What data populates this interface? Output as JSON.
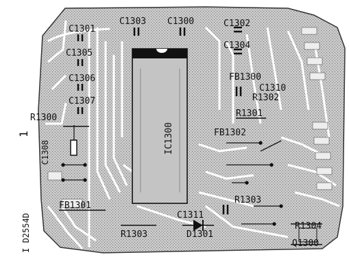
{
  "labels": {
    "c1301": "C1301",
    "c1303": "C1303",
    "c1300": "C1300",
    "c1302": "C1302",
    "c1304": "C1304",
    "c1305": "C1305",
    "c1306": "C1306",
    "c1307": "C1307",
    "fb1300": "FB1300",
    "c1310": "C1310",
    "r1302": "R1302",
    "r1301": "R1301",
    "fb1302": "FB1302",
    "r1300": "R1300",
    "c1308": "C1308",
    "ic1300": "IC1300",
    "r1303_right": "R1303",
    "fb1301": "FB1301",
    "c1311": "C1311",
    "r1304": "R1304",
    "r1303_bottom": "R1303",
    "d1301": "D1301",
    "q1300": "Q1300",
    "side_number": "1",
    "side_code": "I D2554D"
  },
  "colors": {
    "ink": "#111111",
    "board_fill": "#bdbdbd",
    "background": "#ffffff"
  }
}
